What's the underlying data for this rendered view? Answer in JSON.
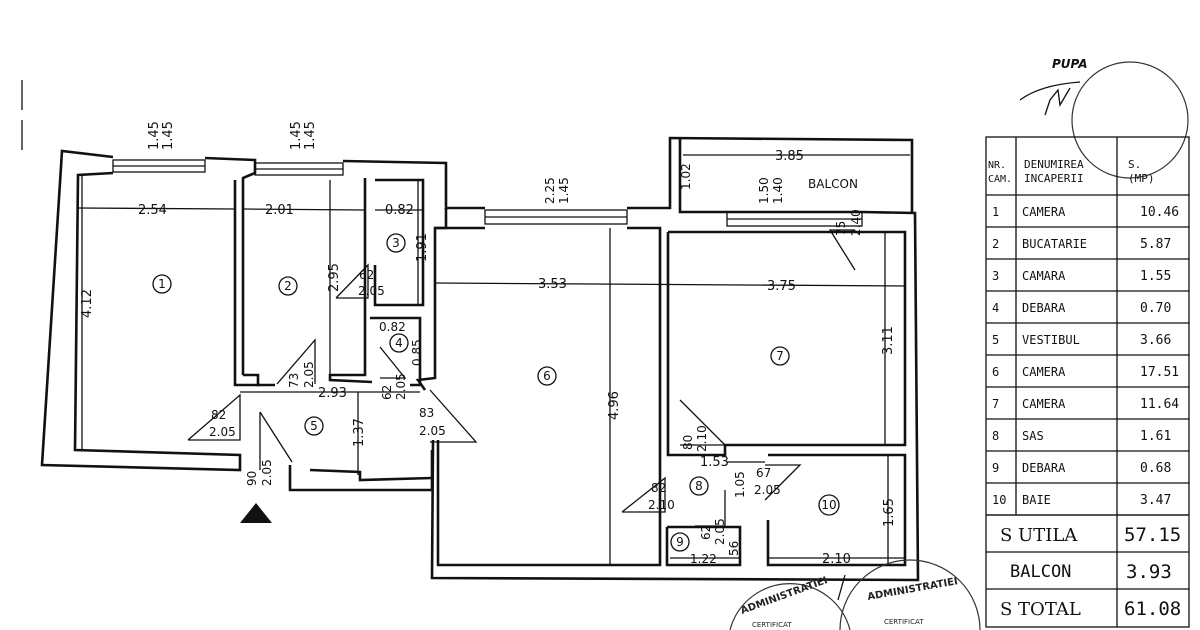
{
  "plan": {
    "balcony_label": "BALCON",
    "rooms": [
      "1",
      "2",
      "3",
      "4",
      "5",
      "6",
      "7",
      "8",
      "9",
      "10"
    ],
    "dims": {
      "r1_width": "2.54",
      "r1_height": "4.12",
      "r1_win_a": "1.45",
      "r1_win_b": "1.45",
      "r2_width": "2.01",
      "r2_height": "2.95",
      "r2_win_a": "1.45",
      "r2_win_b": "1.45",
      "r3_width": "0.82",
      "r3_height": "1.91",
      "r3_door_w": "62",
      "r3_door_h": "2.05",
      "r4_width": "0.82",
      "r4_height": "0.85",
      "r4_door_w": "62",
      "r4_door_h": "2.05",
      "r2_door_w": "73",
      "r2_door_h": "2.05",
      "r5_width": "2.93",
      "r5_height": "1.37",
      "r1_door_w": "82",
      "r1_door_h": "2.05",
      "entry_door_w": "90",
      "entry_door_h": "2.05",
      "r6_door_w": "83",
      "r6_door_h": "2.05",
      "r6_width": "3.53",
      "r6_height": "4.96",
      "r6_win_a": "2.25",
      "r6_win_b": "1.45",
      "balc_width": "3.85",
      "balc_depth": "1.02",
      "balc_win_a": "1.50",
      "balc_win_b": "1.40",
      "balc_door_w": "75",
      "balc_door_h": "2.40",
      "r7_width": "3.75",
      "r7_height": "3.11",
      "r7_door_w": "80",
      "r7_door_h": "2.10",
      "r8_width": "1.53",
      "r8_height": "1.05",
      "r8_door_w": "82",
      "r8_door_h": "2.10",
      "r10_door_w": "67",
      "r10_door_h": "2.05",
      "r9_door_w": "62",
      "r9_door_h": "2.05",
      "r9_depth": "56",
      "r9_width": "1.22",
      "r10_width": "2.10",
      "r10_height": "1.65"
    }
  },
  "signature_name": "PUPA",
  "stamp_text": [
    "ADMINISTRATIEI",
    "CERTIFICAT"
  ],
  "table": {
    "header_nr": [
      "NR.",
      "CAM."
    ],
    "header_name": [
      "DENUMIREA",
      "INCAPERII"
    ],
    "header_area": [
      "S.",
      "(MP)"
    ],
    "rows": [
      {
        "nr": "1",
        "name": "CAMERA",
        "area": "10.46"
      },
      {
        "nr": "2",
        "name": "BUCATARIE",
        "area": "5.87"
      },
      {
        "nr": "3",
        "name": "CAMARA",
        "area": "1.55"
      },
      {
        "nr": "4",
        "name": "DEBARA",
        "area": "0.70"
      },
      {
        "nr": "5",
        "name": "VESTIBUL",
        "area": "3.66"
      },
      {
        "nr": "6",
        "name": "CAMERA",
        "area": "17.51"
      },
      {
        "nr": "7",
        "name": "CAMERA",
        "area": "11.64"
      },
      {
        "nr": "8",
        "name": "SAS",
        "area": "1.61"
      },
      {
        "nr": "9",
        "name": "DEBARA",
        "area": "0.68"
      },
      {
        "nr": "10",
        "name": "BAIE",
        "area": "3.47"
      }
    ],
    "s_utila_label": "S  UTILA",
    "s_utila": "57.15",
    "balcon_label": "BALCON",
    "balcon": "3.93",
    "s_total_label": "S  TOTAL",
    "s_total": "61.08"
  }
}
